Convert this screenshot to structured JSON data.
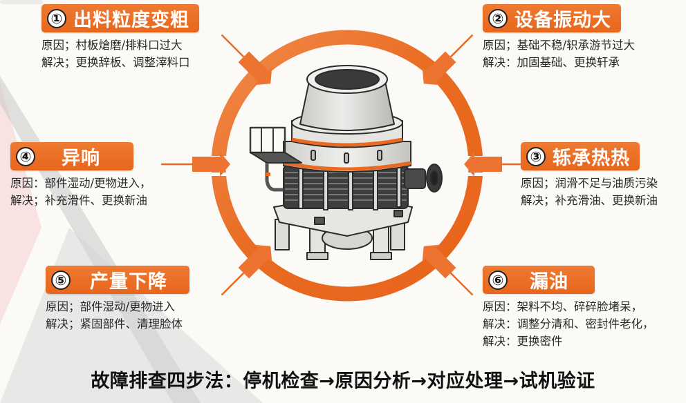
{
  "colors": {
    "accent": "#e96a20",
    "accent_light": "#f08a4a",
    "text": "#222222",
    "background": "#fbfaf7",
    "machine_body": "#d9d9d6",
    "machine_dark": "#3b3b3b"
  },
  "center": {
    "illustration": "cone-crusher-machine",
    "ring": "orange-circular-ring-with-six-inward-arrows"
  },
  "faults": [
    {
      "number": "①",
      "title": "出料粒度变粗",
      "cause": "原因；村板熗磨/排料口过大",
      "solution": "解决；更换辞板、调整滓料口"
    },
    {
      "number": "②",
      "title": "设备振动大",
      "cause": "原因；基础不稳/轵承游节过大",
      "solution": "解决：加固基础、更换轩承"
    },
    {
      "number": "③",
      "title": "轹承热热",
      "cause": "原因；润滑不足与油质污染",
      "solution": "解决；补充滑油、更换新油"
    },
    {
      "number": "④",
      "title": "异响",
      "cause": "原因：部件湿动/更物进入，",
      "solution": "解决；补充滑件、更换新油"
    },
    {
      "number": "⑤",
      "title": "产量下降",
      "cause": "原因；部件湿动/更物进入",
      "solution": "解决；紧固部件、清理脸体"
    },
    {
      "number": "⑥",
      "title": "漏油",
      "cause": "原因：架料不均、碎碎脸堵呆，",
      "solution": "解决：调整分清和、密封件老化，",
      "extra": "解决：更换密件"
    }
  ],
  "footer": {
    "text": "故障排查四步法：停机检查→原因分析→对应处理→试机验证"
  }
}
